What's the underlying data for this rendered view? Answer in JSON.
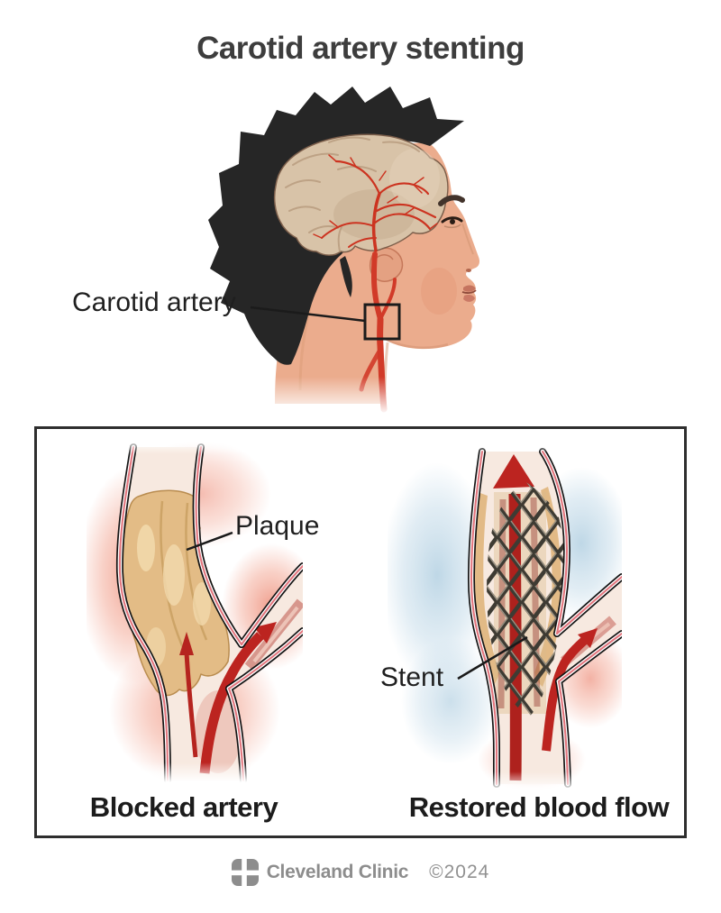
{
  "title": "Carotid artery stenting",
  "head_figure": {
    "label": "Carotid artery"
  },
  "panel": {
    "left": {
      "annotation": "Plaque",
      "caption": "Blocked artery"
    },
    "right": {
      "annotation": "Stent",
      "caption": "Restored blood flow"
    }
  },
  "footer": {
    "brand": "Cleveland Clinic",
    "copyright": "©2024"
  },
  "colors": {
    "title_text": "#3d3d3d",
    "label_text": "#1f1f1f",
    "panel_border": "#2e2e2e",
    "artery_red": "#c1272d",
    "arrow_dark_red": "#ae211d",
    "vessel_wall_pink": "#e2757d",
    "lumen": "#f7e9e0",
    "plaque_tan": "#e3bc86",
    "stent_gray": "#3e3b33",
    "skin": "#ebac8d",
    "hair": "#262626",
    "brain": "#d8c3a8",
    "glow_red": "#e86a50",
    "glow_blue": "#a9cade",
    "footer_gray": "#8d8d8d"
  }
}
